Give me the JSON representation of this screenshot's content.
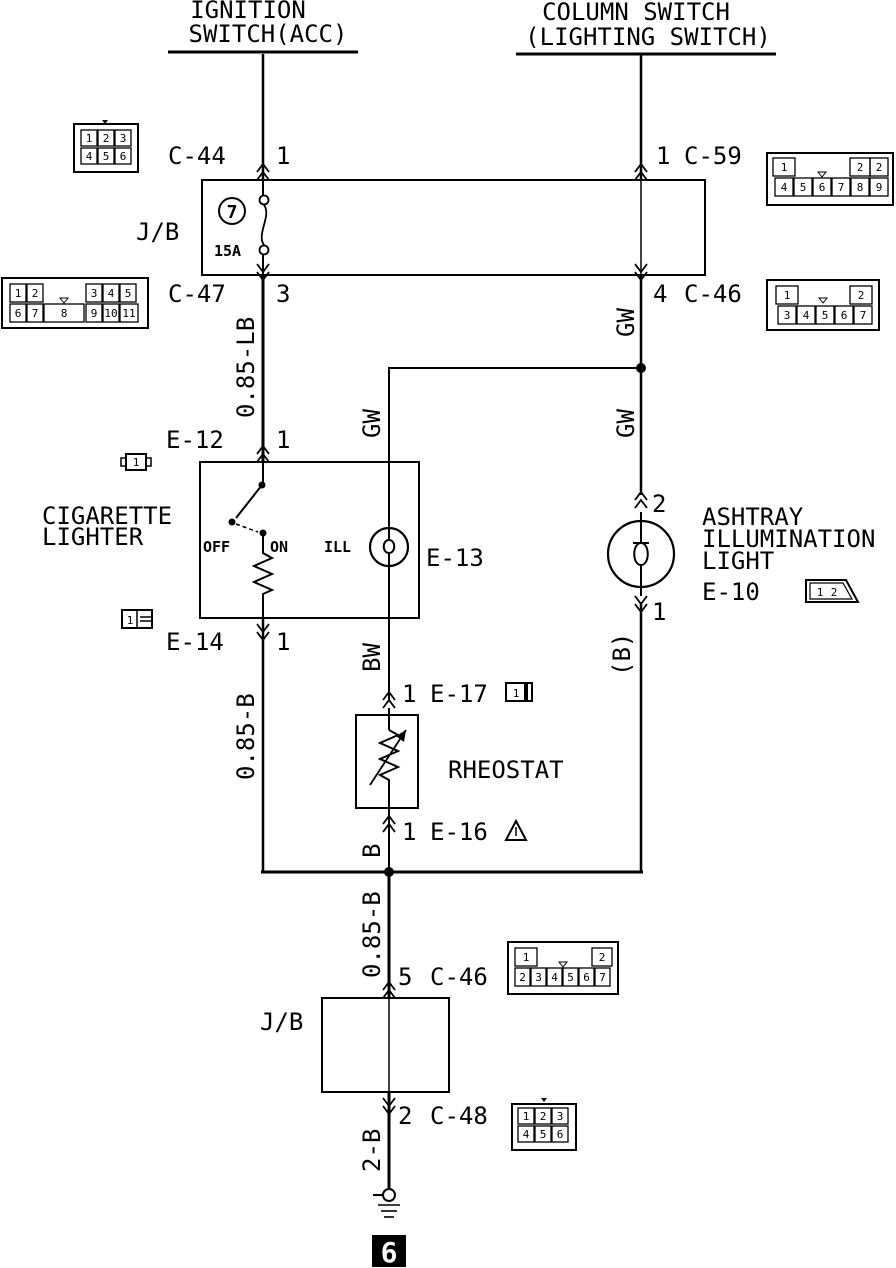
{
  "sources": {
    "ignition": {
      "line1": "IGNITION",
      "line2": "SWITCH(ACC)"
    },
    "column": {
      "line1": "COLUMN SWITCH",
      "line2": "(LIGHTING SWITCH)"
    }
  },
  "junction_block": {
    "top_label": "J/B",
    "bottom_label": "J/B",
    "fuse_number": "7",
    "fuse_rating": "15A"
  },
  "connectors": {
    "c44": {
      "name": "C-44",
      "pin": "1",
      "pins": [
        "1",
        "2",
        "3",
        "4",
        "5",
        "6"
      ]
    },
    "c47": {
      "name": "C-47",
      "pin": "3",
      "pins": [
        "1",
        "2",
        "3",
        "4",
        "5",
        "6",
        "7",
        "8",
        "9",
        "10",
        "11"
      ]
    },
    "c59": {
      "name": "C-59",
      "pin": "1",
      "pins": [
        "1",
        "2",
        "2",
        "4",
        "5",
        "6",
        "7",
        "8",
        "9"
      ]
    },
    "c46_top": {
      "name": "C-46",
      "pin": "4",
      "pins": [
        "1",
        "2",
        "3",
        "4",
        "5",
        "6",
        "7"
      ]
    },
    "e12": {
      "name": "E-12",
      "pin": "1",
      "pins": [
        "1"
      ]
    },
    "e14": {
      "name": "E-14",
      "pin": "1",
      "pins": [
        "1"
      ]
    },
    "e13": {
      "name": "E-13"
    },
    "e10": {
      "name": "E-10",
      "pin_top": "2",
      "pin_bottom": "1",
      "pins": [
        "1",
        "2"
      ]
    },
    "e17": {
      "name": "E-17",
      "pin": "1",
      "pins": [
        "1"
      ]
    },
    "e16": {
      "name": "E-16",
      "pin": "1"
    },
    "c46_bot": {
      "name": "C-46",
      "pin": "5",
      "pins": [
        "1",
        "2",
        "2",
        "3",
        "4",
        "5",
        "6",
        "7"
      ]
    },
    "c48": {
      "name": "C-48",
      "pin": "2",
      "pins": [
        "1",
        "2",
        "3",
        "4",
        "5",
        "6"
      ]
    }
  },
  "components": {
    "cigarette_lighter": {
      "line1": "CIGARETTE",
      "line2": "LIGHTER",
      "off": "OFF",
      "on": "ON",
      "ill": "ILL"
    },
    "ashtray": {
      "line1": "ASHTRAY",
      "line2": "ILLUMINATION",
      "line3": "LIGHT"
    },
    "rheostat": "RHEOSTAT"
  },
  "wires": {
    "lb": "0.85-LB",
    "gw_upper": "GW",
    "gw_left": "GW",
    "gw_right": "GW",
    "bw": "BW",
    "b_left": "0.85-B",
    "b_paren": "(B)",
    "b_short": "B",
    "b_down": "0.85-B",
    "b_ground": "2-B"
  },
  "ground": {
    "number": "6"
  }
}
